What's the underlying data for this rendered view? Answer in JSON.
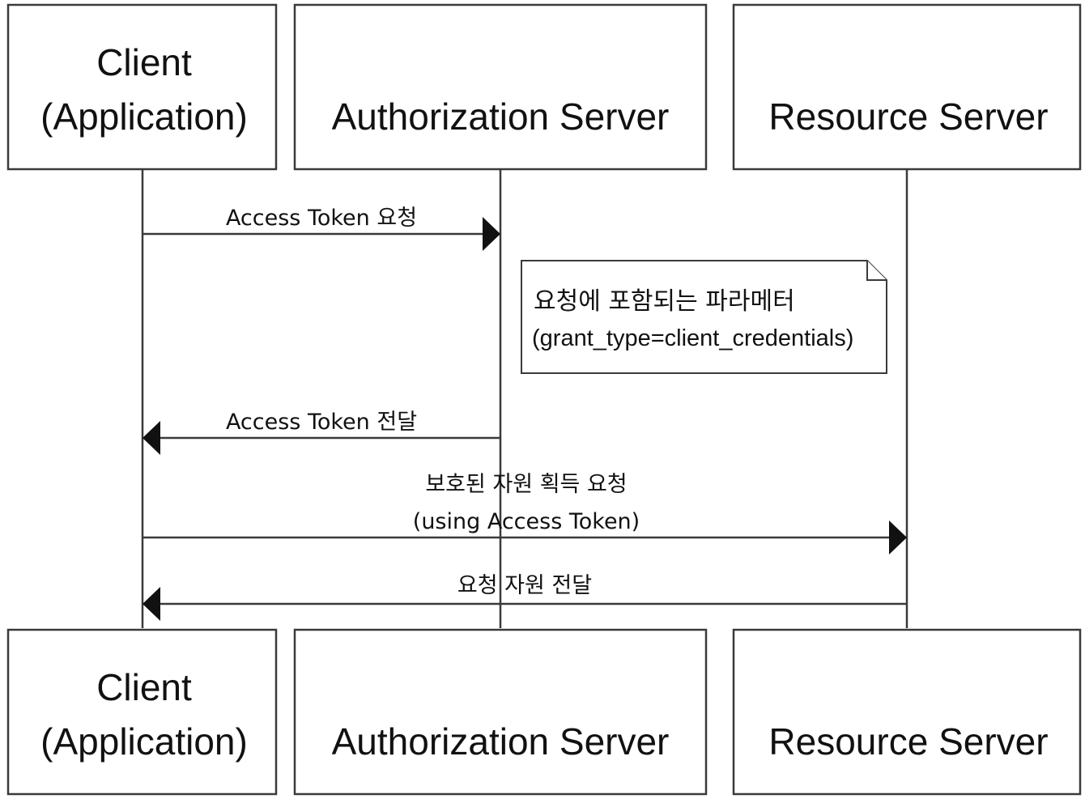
{
  "participants": [
    {
      "id": "client",
      "label_lines": [
        "Client",
        "(Application)"
      ]
    },
    {
      "id": "auth",
      "label_lines": [
        "Authorization Server"
      ]
    },
    {
      "id": "resource",
      "label_lines": [
        "Resource Server"
      ]
    }
  ],
  "messages": [
    {
      "from": "client",
      "to": "auth",
      "label_lines": [
        "Access Token 요청"
      ]
    },
    {
      "from": "auth",
      "to": "client",
      "label_lines": [
        "Access Token 전달"
      ]
    },
    {
      "from": "client",
      "to": "resource",
      "label_lines": [
        "보호된 자원 획득 요청",
        "(using Access Token)"
      ]
    },
    {
      "from": "resource",
      "to": "client",
      "label_lines": [
        "요청 자원 전달"
      ]
    }
  ],
  "note": {
    "title": "요청에 포함되는 파라메터",
    "subtitle": "(grant_type=client_credentials)"
  },
  "colors": {
    "line": "#3a3a3a",
    "text": "#111111",
    "background": "#ffffff"
  }
}
